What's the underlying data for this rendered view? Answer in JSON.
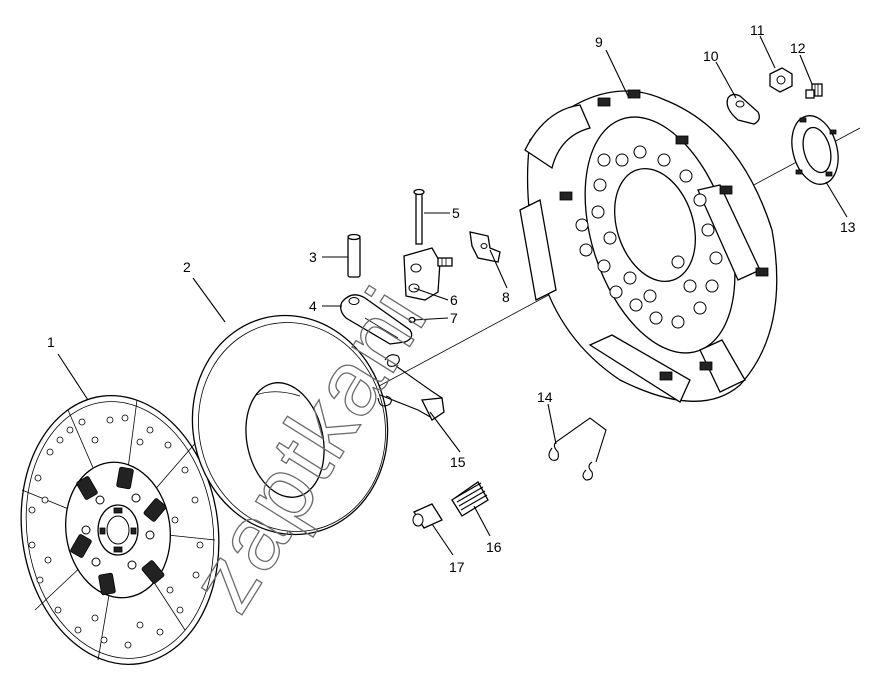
{
  "diagram": {
    "watermark": "zaptkani",
    "callouts": [
      {
        "id": "c1",
        "text": "1"
      },
      {
        "id": "c2",
        "text": "2"
      },
      {
        "id": "c3",
        "text": "3"
      },
      {
        "id": "c4",
        "text": "4"
      },
      {
        "id": "c5",
        "text": "5"
      },
      {
        "id": "c6",
        "text": "6"
      },
      {
        "id": "c7",
        "text": "7"
      },
      {
        "id": "c8",
        "text": "8"
      },
      {
        "id": "c9",
        "text": "9"
      },
      {
        "id": "c10",
        "text": "10"
      },
      {
        "id": "c11",
        "text": "11"
      },
      {
        "id": "c12",
        "text": "12"
      },
      {
        "id": "c13",
        "text": "13"
      },
      {
        "id": "c14",
        "text": "14"
      },
      {
        "id": "c15",
        "text": "15"
      },
      {
        "id": "c16",
        "text": "16"
      },
      {
        "id": "c17",
        "text": "17"
      }
    ]
  }
}
